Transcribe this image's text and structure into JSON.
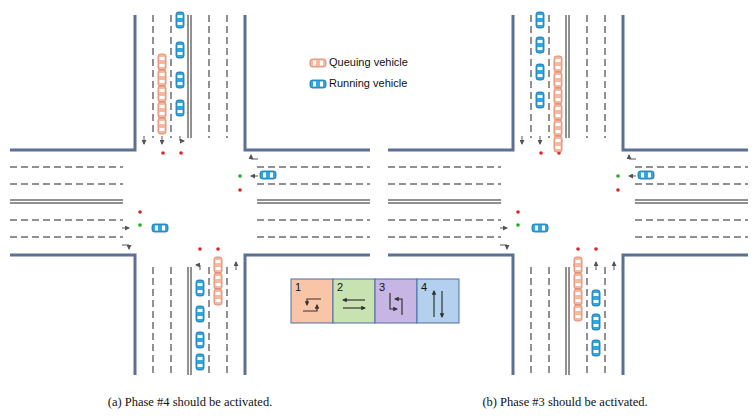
{
  "diagram": {
    "nodes": [
      {
        "text": [
          "1"
        ]
      },
      {
        "text": [
          "2"
        ]
      },
      {
        "text": [
          "3"
        ]
      },
      {
        "text": [
          "4"
        ]
      }
    ],
    "labels": [
      "(a) Phase #4 should be activated.",
      "(b) Phase #3 should be activated."
    ],
    "legend": [
      {
        "text": "Queuing vehicle"
      },
      {
        "text": "Running vehicle"
      }
    ]
  }
}
